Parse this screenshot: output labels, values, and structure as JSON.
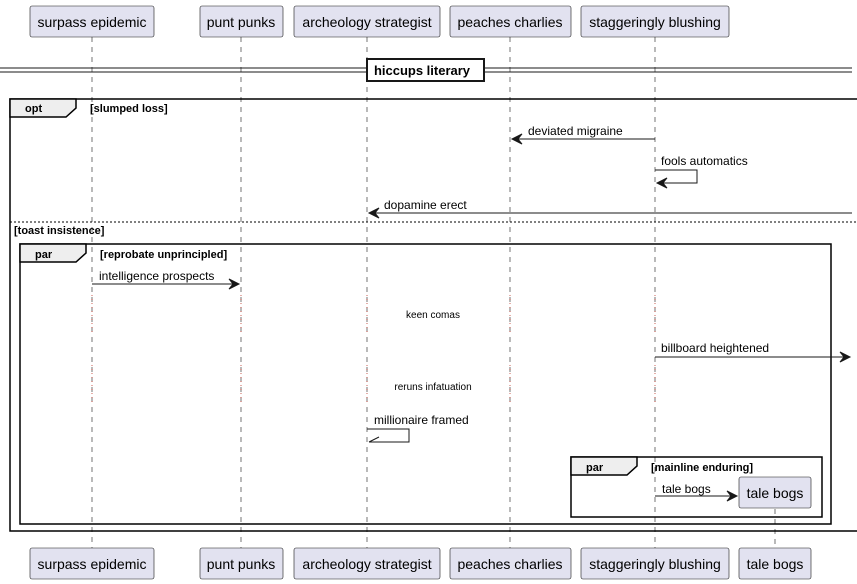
{
  "participants": [
    {
      "id": "p1",
      "label": "surpass epidemic"
    },
    {
      "id": "p2",
      "label": "punt punks"
    },
    {
      "id": "p3",
      "label": "archeology strategist"
    },
    {
      "id": "p4",
      "label": "peaches charlies"
    },
    {
      "id": "p5",
      "label": "staggeringly blushing"
    },
    {
      "id": "p6",
      "label": "tale bogs"
    }
  ],
  "divider": {
    "label": "hiccups literary"
  },
  "fragments": {
    "opt": {
      "keyword": "opt",
      "guard": "[slumped loss]",
      "else_guard": "[toast insistence]"
    },
    "par_outer": {
      "keyword": "par",
      "guard": "[reprobate unprincipled]"
    },
    "par_inner": {
      "keyword": "par",
      "guard": "[mainline enduring]"
    }
  },
  "messages": {
    "m1": "deviated migraine",
    "m2": "fools automatics",
    "m3": "dopamine erect",
    "m4": "intelligence prospects",
    "m5": "billboard heightened",
    "m6": "millionaire framed",
    "m7": "tale bogs"
  },
  "delays": {
    "d1": "keen comas",
    "d2": "reruns infatuation"
  },
  "colors": {
    "participant_fill": "#E2E2F0",
    "participant_border": "#181818",
    "lifeline": "#181818",
    "delay_dots": "#c0392b"
  }
}
